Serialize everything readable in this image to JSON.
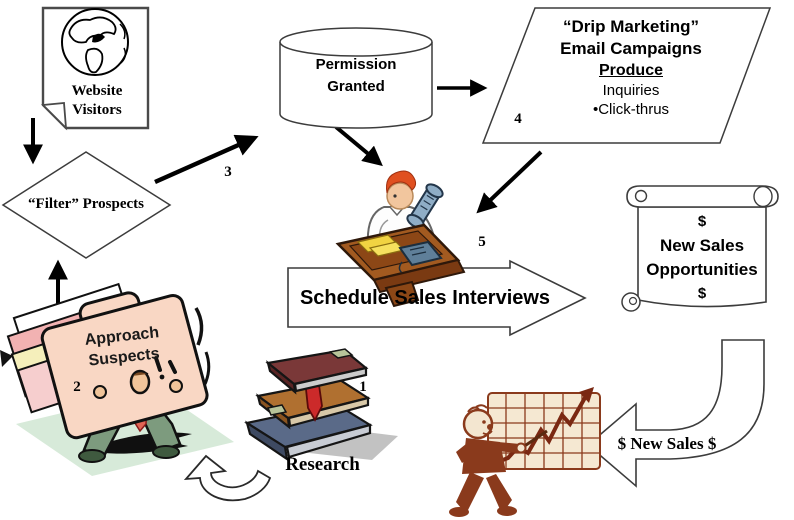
{
  "diagram": {
    "website_visitors": {
      "lines": [
        "Website",
        "Visitors"
      ]
    },
    "filter_prospects": {
      "label": "“Filter” Prospects"
    },
    "permission_granted": {
      "lines": [
        "Permission",
        "Granted"
      ]
    },
    "drip_marketing": {
      "line1": "“Drip Marketing”",
      "line2": "Email Campaigns",
      "line3": "Produce",
      "line4": "Inquiries",
      "line5": "•Click-thrus"
    },
    "schedule": {
      "label": "Schedule Sales Interviews"
    },
    "scroll": {
      "dollar_top": "$",
      "line1": "New Sales",
      "line2": "Opportunities",
      "dollar_bottom": "$"
    },
    "new_sales_arrow": {
      "label": "$ New Sales $"
    },
    "approach_suspects": {
      "lines": [
        "Approach",
        "Suspects"
      ]
    },
    "research": {
      "label": "Research"
    },
    "steps": {
      "s1": "1",
      "s2": "2",
      "s3": "3",
      "s4": "4",
      "s5": "5"
    }
  },
  "icons": {
    "globe": "globe-icon",
    "phone_person": "person-on-phone-icon",
    "books": "books-stack-icon",
    "paper_carrier": "person-carrying-papers-icon",
    "chart_presenter": "man-pointing-at-chart-icon"
  },
  "colors": {
    "outline": "#3c3c3c",
    "arrow": "#000000",
    "desk_brown": "#a25a20",
    "paper_yellow": "#f1d342",
    "phone_blue": "#5f7f99",
    "hair_orange": "#e05020",
    "folder_peach": "#f9d7c4",
    "paper_pink": "#f2b2b2",
    "paper_cream": "#f5efbb",
    "pants_green": "#7d9b7e",
    "tie_red": "#e06454",
    "ground_mint": "#d7ead9",
    "book_maroon": "#7a3838",
    "book_orange": "#b07030",
    "book_blue": "#5a6a88",
    "ribbon_red": "#cc2a2a",
    "chart_rust": "#8a3a1c",
    "chart_beige": "#f5e8d2"
  }
}
